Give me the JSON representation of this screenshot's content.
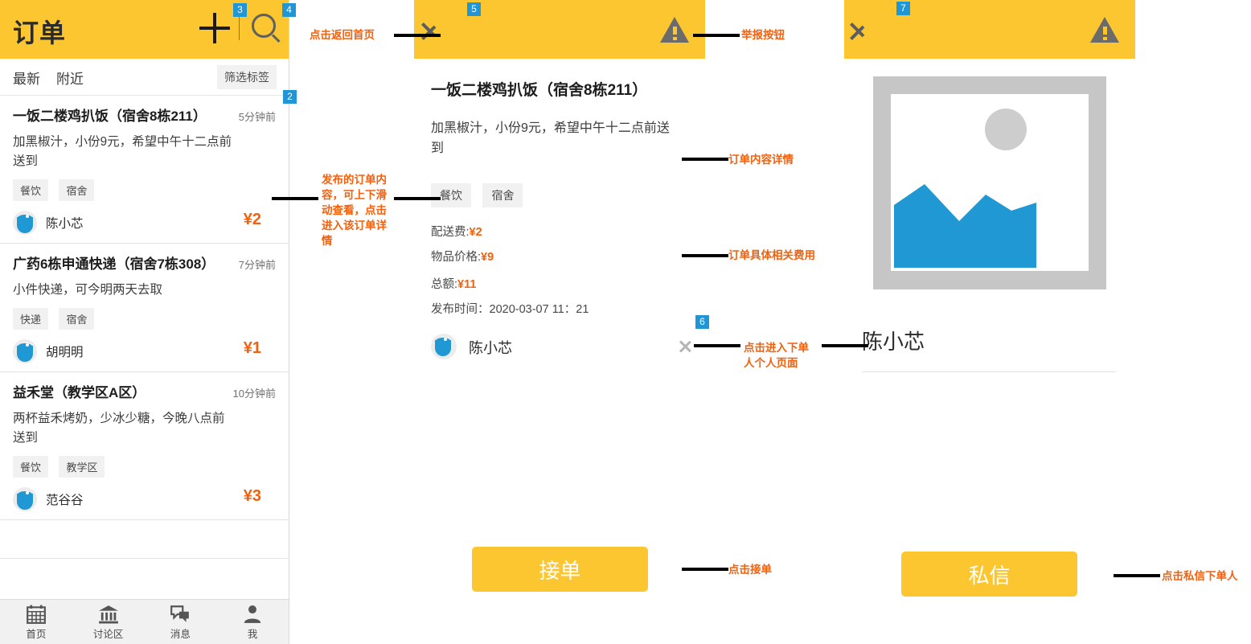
{
  "theme": {
    "accent": "#fbc630",
    "price": "#f4600c",
    "annotation": "#f4600c",
    "badge": "#2196d6"
  },
  "phone1": {
    "header": {
      "title": "订单",
      "add_icon": "plus-icon",
      "search_icon": "search-icon"
    },
    "tabs": [
      {
        "label": "最新",
        "active": true
      },
      {
        "label": "附近",
        "active": false
      }
    ],
    "filter_label": "筛选标签",
    "orders": [
      {
        "title": "一饭二楼鸡扒饭（宿舍8栋211）",
        "time": "5分钟前",
        "desc": "加黑椒汁，小份9元，希望中午十二点前送到",
        "tags": [
          "餐饮",
          "宿舍"
        ],
        "user": "陈小芯",
        "price": "¥2"
      },
      {
        "title": "广药6栋申通快递（宿舍7栋308）",
        "time": "7分钟前",
        "desc": "小件快递，可今明两天去取",
        "tags": [
          "快递",
          "宿舍"
        ],
        "user": "胡明明",
        "price": "¥1"
      },
      {
        "title": "益禾堂（教学区A区）",
        "time": "10分钟前",
        "desc": "两杯益禾烤奶，少冰少糖，今晚八点前送到",
        "tags": [
          "餐饮",
          "教学区"
        ],
        "user": "范谷谷",
        "price": "¥3"
      }
    ],
    "bottom_nav": [
      {
        "label": "首页",
        "icon": "calendar-icon"
      },
      {
        "label": "讨论区",
        "icon": "bank-icon"
      },
      {
        "label": "消息",
        "icon": "chat-bubbles-icon"
      },
      {
        "label": "我",
        "icon": "person-icon"
      }
    ]
  },
  "phone2": {
    "header": {
      "back_icon": "back-chevron-icon",
      "report_icon": "warning-triangle-icon"
    },
    "title": "一饭二楼鸡扒饭（宿舍8栋211）",
    "desc": "加黑椒汁，小份9元，希望中午十二点前送到",
    "tags": [
      "餐饮",
      "宿舍"
    ],
    "fees": [
      {
        "label": "配送费:",
        "value": "¥2"
      },
      {
        "label": "物品价格:",
        "value": "¥9"
      },
      {
        "label": "总额:",
        "value": "¥11"
      }
    ],
    "publish_time": "发布时间：2020-03-07 11：21",
    "poster": {
      "name": "陈小芯",
      "chevron_icon": "chevron-right-icon"
    },
    "accept_button": "接单"
  },
  "phone3": {
    "header": {
      "back_icon": "back-chevron-icon",
      "report_icon": "warning-triangle-icon"
    },
    "photo_placeholder_icon": "image-placeholder-icon",
    "name": "陈小芯",
    "message_button": "私信"
  },
  "badges": [
    {
      "n": "3"
    },
    {
      "n": "4"
    },
    {
      "n": "2"
    },
    {
      "n": "5"
    },
    {
      "n": "6"
    },
    {
      "n": "7"
    }
  ],
  "annotations": [
    {
      "id": "a1",
      "text": "点击返回首页"
    },
    {
      "id": "a2",
      "text": "举报按钮"
    },
    {
      "id": "a3",
      "text": "订单内容详情"
    },
    {
      "id": "a4",
      "text": "发布的订单内\n容，可上下滑\n动查看，点击\n进入该订单详\n情"
    },
    {
      "id": "a5",
      "text": "订单具体相关费用"
    },
    {
      "id": "a6",
      "text": "点击进入下单\n人个人页面"
    },
    {
      "id": "a7",
      "text": "点击接单"
    },
    {
      "id": "a8",
      "text": "点击私信下单人"
    }
  ]
}
